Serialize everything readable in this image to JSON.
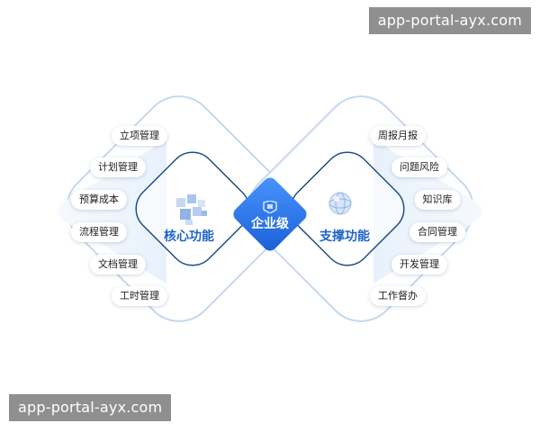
{
  "watermark": {
    "top": "app-portal-ayx.com",
    "bottom": "app-portal-ayx.com"
  },
  "diagram": {
    "center": {
      "label": "企业级",
      "icon": "enterprise-logo-icon"
    },
    "left_group": {
      "title": "核心功能",
      "icon": "cubes-icon",
      "items": [
        "立项管理",
        "计划管理",
        "预算成本",
        "流程管理",
        "文档管理",
        "工时管理"
      ]
    },
    "right_group": {
      "title": "支撑功能",
      "icon": "sphere-icon",
      "items": [
        "周报月报",
        "问题风险",
        "知识库",
        "合同管理",
        "开发管理",
        "工作督办"
      ]
    },
    "colors": {
      "accent": "#1f63c9",
      "center_fill": "#2f7df0",
      "outline": "#c6d8ef",
      "inner_outline": "#1f4f86"
    }
  }
}
